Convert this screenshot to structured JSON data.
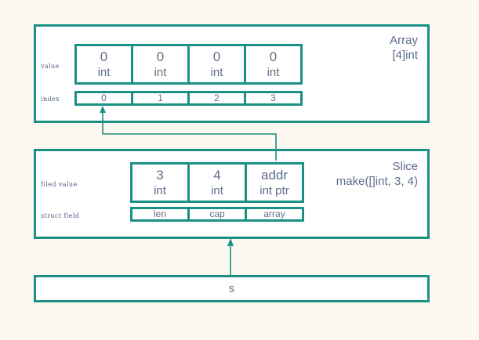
{
  "diagram": {
    "title_hidden": "",
    "colors": {
      "accent": "#1a9184",
      "text": "#5d6d8c",
      "page_background": "#fdf9f0",
      "box_background": "#ffffff"
    }
  },
  "array_section": {
    "caption_line1": "Array",
    "caption_line2": "[4]int",
    "value_row_label": "value",
    "index_row_label": "index",
    "cells": [
      {
        "value": "0",
        "type": "int",
        "index": "0"
      },
      {
        "value": "0",
        "type": "int",
        "index": "1"
      },
      {
        "value": "0",
        "type": "int",
        "index": "2"
      },
      {
        "value": "0",
        "type": "int",
        "index": "3"
      }
    ]
  },
  "slice_section": {
    "caption_line1": "Slice",
    "caption_line2": "make([]int, 3, 4)",
    "value_row_label": "filed value",
    "field_row_label": "struct field",
    "cells": [
      {
        "value": "3",
        "type": "int",
        "field": "len"
      },
      {
        "value": "4",
        "type": "int",
        "field": "cap"
      },
      {
        "value": "addr",
        "type": "int ptr",
        "field": "array"
      }
    ]
  },
  "variable_section": {
    "label": "s"
  },
  "connectors": [
    {
      "name": "array-pointer-connector",
      "from": "slice.array",
      "to": "array.index0"
    },
    {
      "name": "variable-connector",
      "from": "variable.s",
      "to": "slice.box"
    }
  ]
}
